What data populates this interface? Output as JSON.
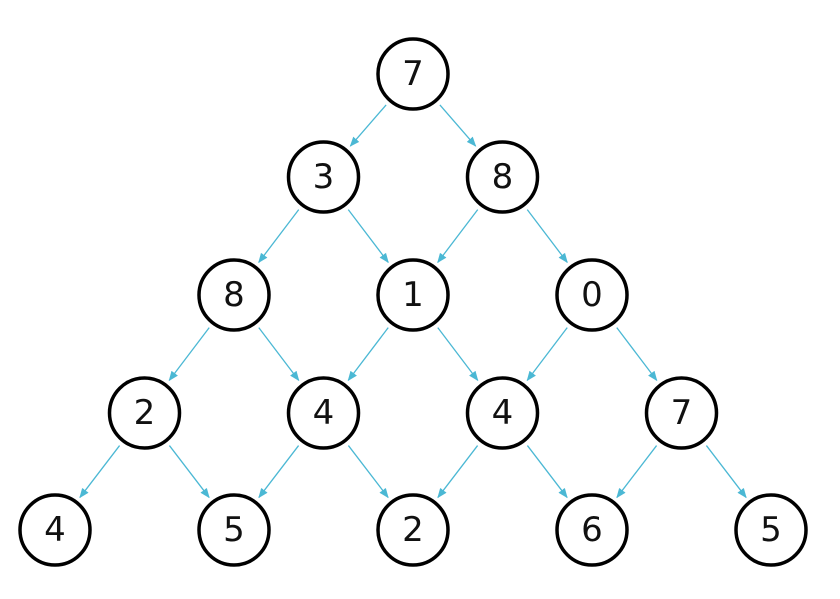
{
  "edge_color": "#4bb8d4",
  "rows": [
    [
      "7"
    ],
    [
      "3",
      "8"
    ],
    [
      "8",
      "1",
      "0"
    ],
    [
      "2",
      "4",
      "4",
      "7"
    ],
    [
      "4",
      "5",
      "2",
      "6",
      "5"
    ]
  ]
}
